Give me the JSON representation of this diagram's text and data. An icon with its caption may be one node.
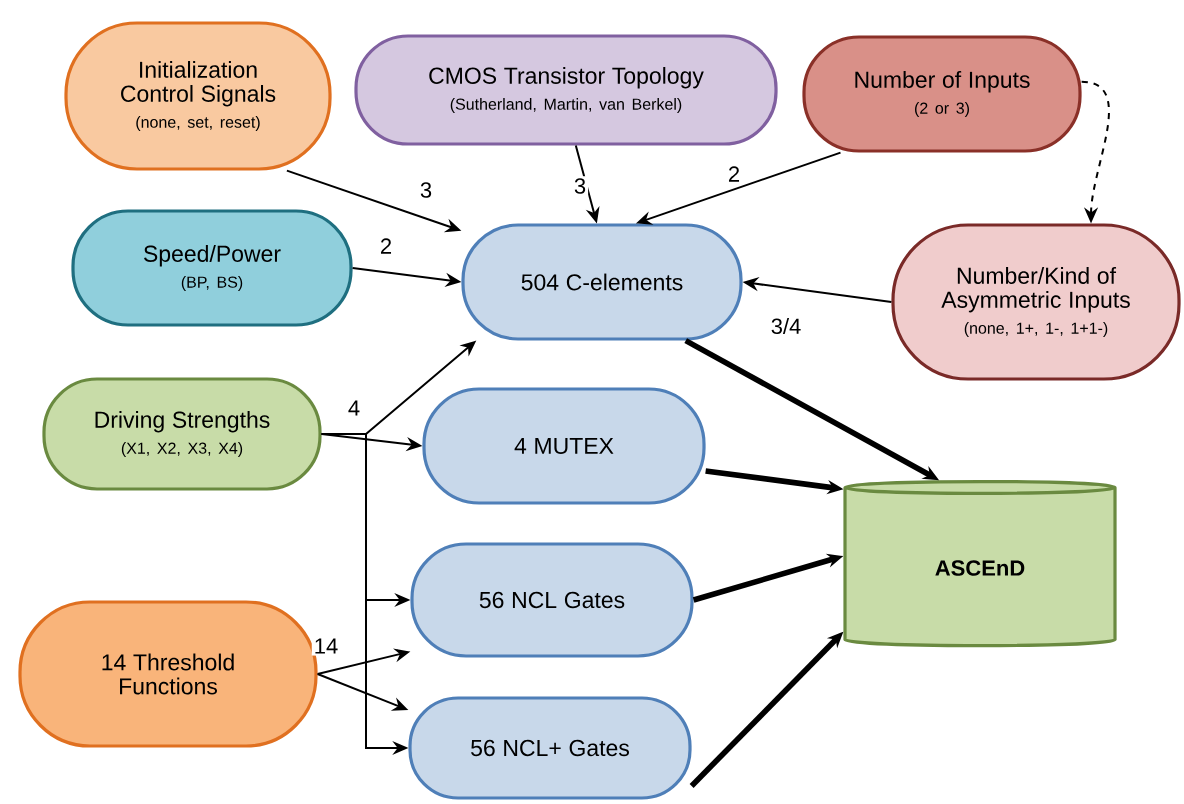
{
  "diagram": {
    "nodes": [
      {
        "text": [
          "Initialization Control Signals",
          "(none, set, reset)"
        ]
      },
      {
        "text": [
          "CMOS Transistor Topology",
          "(Sutherland, Martin, van Berkel)"
        ]
      },
      {
        "text": [
          "Number of Inputs",
          "(2 or 3)"
        ]
      },
      {
        "text": [
          "Speed/Power",
          "(BP, BS)"
        ]
      },
      {
        "text": [
          "504 C-elements"
        ]
      },
      {
        "text": [
          "Number/Kind of Asymmetric Inputs",
          "(none, 1+, 1-, 1+1-)"
        ]
      },
      {
        "text": [
          "Driving Strengths",
          "(X1, X2, X3, X4)"
        ]
      },
      {
        "text": [
          "4 MUTEX"
        ]
      },
      {
        "text": [
          "56 NCL Gates"
        ]
      },
      {
        "text": [
          "14 Threshold Functions"
        ]
      },
      {
        "text": [
          "56 NCL+ Gates"
        ]
      },
      {
        "text": [
          "ASCEnD"
        ]
      }
    ],
    "edges": [
      {
        "from": 0,
        "to": 4,
        "arrow": "to",
        "label": "3"
      },
      {
        "from": 1,
        "to": 4,
        "arrow": "to",
        "label": "3"
      },
      {
        "from": 2,
        "to": 4,
        "arrow": "to",
        "label": "2"
      },
      {
        "from": 3,
        "to": 4,
        "arrow": "to",
        "label": "2"
      },
      {
        "from": 5,
        "to": 4,
        "arrow": "to",
        "label": "3/4"
      },
      {
        "from": 2,
        "to": 5,
        "arrow": "to",
        "style": "dashed"
      },
      {
        "from": 6,
        "to": 4,
        "arrow": "to",
        "label": "4"
      },
      {
        "from": 6,
        "to": 7,
        "arrow": "to"
      },
      {
        "from": 6,
        "to": 8,
        "arrow": "to"
      },
      {
        "from": 6,
        "to": 10,
        "arrow": "to"
      },
      {
        "from": 9,
        "to": 8,
        "arrow": "to",
        "label": "14"
      },
      {
        "from": 9,
        "to": 10,
        "arrow": "to"
      },
      {
        "from": 4,
        "to": 11,
        "arrow": "to",
        "style": "thick"
      },
      {
        "from": 7,
        "to": 11,
        "arrow": "to",
        "style": "thick"
      },
      {
        "from": 8,
        "to": 11,
        "arrow": "to",
        "style": "thick"
      },
      {
        "from": 10,
        "to": 11,
        "arrow": "to",
        "style": "thick"
      }
    ]
  }
}
